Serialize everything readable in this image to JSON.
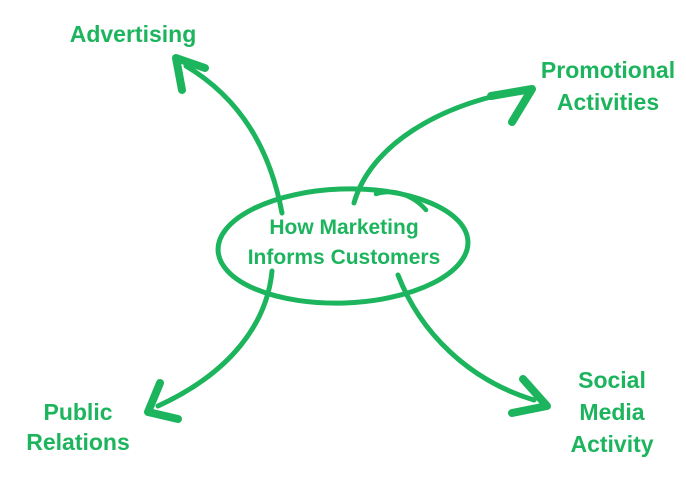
{
  "theme": {
    "background": "#ffffff",
    "green": "#1db45e"
  },
  "diagram": {
    "type": "mindmap",
    "center": {
      "lines": [
        "How Marketing",
        "Informs Customers"
      ]
    },
    "branches": [
      {
        "name": "advertising",
        "position": "top-left",
        "lines": [
          "Advertising"
        ]
      },
      {
        "name": "promotional-activities",
        "position": "top-right",
        "lines": [
          "Promotional",
          "Activities"
        ]
      },
      {
        "name": "public-relations",
        "position": "bottom-left",
        "lines": [
          "Public",
          "Relations"
        ]
      },
      {
        "name": "social-media-activity",
        "position": "bottom-right",
        "lines": [
          "Social",
          "Media",
          "Activity"
        ]
      }
    ]
  }
}
